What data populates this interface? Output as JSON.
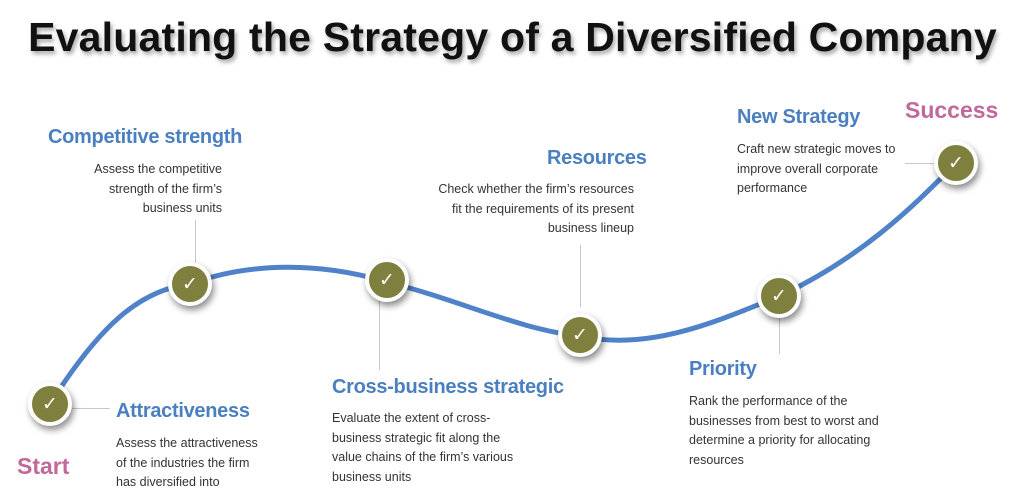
{
  "title": "Evaluating the Strategy of a Diversified Company",
  "start_label": "Start",
  "end_label": "Success",
  "colors": {
    "curve": "#4f82c8",
    "node": "#7f7f3e",
    "heading": "#4a7fc0",
    "endpoint": "#c0699a"
  },
  "node_icon": "check-icon",
  "steps": [
    {
      "heading": "Attractiveness",
      "lines": [
        "Assess the attractiveness",
        "of the industries the firm",
        "has diversified into"
      ]
    },
    {
      "heading": "Competitive strength",
      "lines": [
        "Assess the competitive",
        "strength of the firm’s",
        "business units"
      ]
    },
    {
      "heading": "Cross-business strategic",
      "lines": [
        "Evaluate the extent of cross-",
        "business strategic fit along the",
        "value chains of the firm’s various",
        "business units"
      ]
    },
    {
      "heading": "Resources",
      "lines": [
        "Check whether the firm’s resources",
        "fit the requirements of its present",
        "business lineup"
      ]
    },
    {
      "heading": "Priority",
      "lines": [
        "Rank the performance of the",
        "businesses from best to worst and",
        "determine a priority for allocating",
        "resources"
      ]
    },
    {
      "heading": "New Strategy",
      "lines": [
        "Craft new strategic moves to",
        "improve overall corporate",
        "performance"
      ]
    }
  ]
}
